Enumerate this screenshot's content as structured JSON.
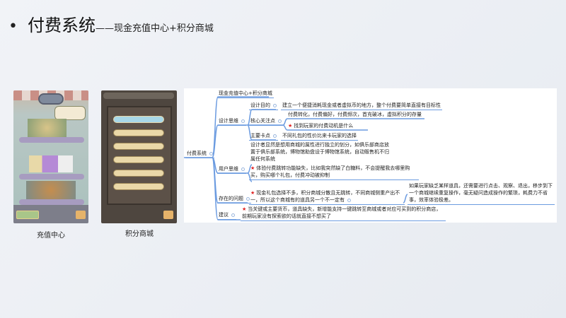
{
  "slide": {
    "bullet": "•",
    "title": "付费系统",
    "subtitle": "——现金充值中心+积分商城"
  },
  "screenshots": [
    {
      "caption": "充值中心"
    },
    {
      "caption": "积分商城"
    }
  ],
  "mindmap": {
    "root": "付费系统",
    "branch_0": "现金充值中心+积分商城",
    "branch_1": {
      "label": "设计思维",
      "purpose": {
        "label": "设计目的",
        "text": "建立一个便捷消耗现金或者虚拟币的地方，整个付费要简单直接有目标性"
      },
      "focus": {
        "label": "核心关注点",
        "items": [
          "付费转化，付费偏好，付费频次，首充破冰，虚拟积分的存量",
          "找到玩家的付费动机是什么"
        ]
      },
      "block": {
        "label": "主要卡点",
        "text": "不同礼包的性价比来卡玩家的选择"
      }
    },
    "branch_2": {
      "label": "用户思维",
      "items": [
        "设计者显然是想用商城的属性进行独立的划分，如俱乐部商店放置于俱乐部系统，博物馆助盘设于博物馆系统，自动贩售机不归属任何系统",
        "体验付费跳转功能缺失，比如我突然缺了白糖料，不会提醒我去哪里购买，购买哪个礼包，付费冲动被抑制"
      ]
    },
    "branch_3": {
      "label": "存在的问题",
      "text": "现金礼包选择不多，积分商城分散且无跳转，不同商城侧重产出不一，所以这个商城有的道具另一个不一定有",
      "detail": "如果玩家缺乏某样道具，还需要进行点击、观察、退出，移步到下一个商城继续重复操作，毫无疑问造成操作的繁琐，耗费力不省事，效率体验极差。"
    },
    "branch_4": {
      "label": "建议",
      "text": "当关键或主要货币，道具缺失，新增能支持一键跳转至商城或者对应可买到的积分商店，前期玩家没有探索欲的话就直接不想买了"
    },
    "colors": {
      "line": "#6b9be0",
      "star": "#e02020"
    }
  }
}
